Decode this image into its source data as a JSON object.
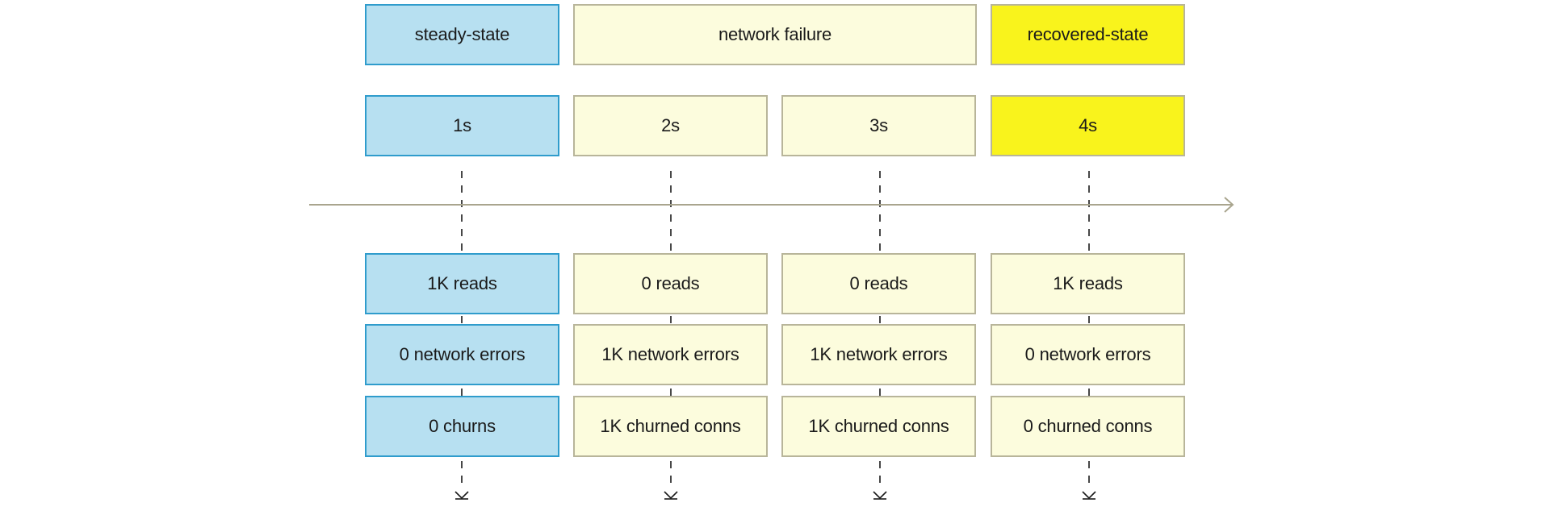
{
  "phases": [
    {
      "label": "steady-state",
      "color": "#b7e0f1"
    },
    {
      "label": "network failure",
      "color": "#fcfcdd"
    },
    {
      "label": "recovered-state",
      "color": "#f9f31c"
    }
  ],
  "timeline": [
    {
      "time": "1s",
      "phase": "steady-state",
      "reads": "1K reads",
      "errors": "0 network errors",
      "churns": "0 churns"
    },
    {
      "time": "2s",
      "phase": "network failure",
      "reads": "0 reads",
      "errors": "1K network errors",
      "churns": "1K churned conns"
    },
    {
      "time": "3s",
      "phase": "network failure",
      "reads": "0 reads",
      "errors": "1K network errors",
      "churns": "1K churned conns"
    },
    {
      "time": "4s",
      "phase": "recovered-state",
      "reads": "1K reads",
      "errors": "0 network errors",
      "churns": "0 churned conns"
    }
  ],
  "colors": {
    "steady_fill": "#b7e0f1",
    "steady_border": "#2f9ccc",
    "failure_fill": "#fcfcdd",
    "recovered_fill": "#f9f31c",
    "neutral_border": "#b8b59a",
    "axis": "#a9a58e",
    "dash": "#1a1a1a"
  }
}
